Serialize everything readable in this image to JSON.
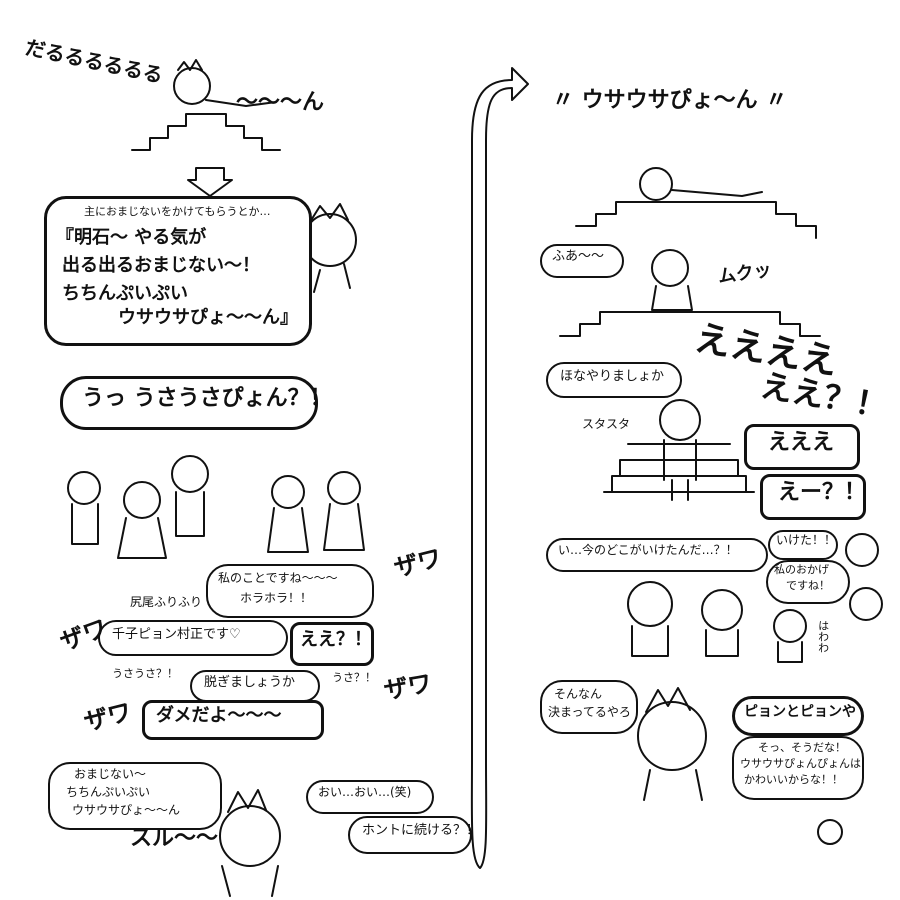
{
  "left_panel": {
    "sfx_daru": "だるるるるるる",
    "sfx_n": "〜〜〜ん",
    "thought_intro": "主におまじないをかけてもらうとか…",
    "speech_spell_line1": "『明石〜 やる気が",
    "speech_spell_line2": "出る出るおまじない〜！",
    "speech_spell_line3": "ちちんぷいぷい",
    "speech_spell_line4": "ウサウサぴょ〜〜ん』",
    "shout_usausa": "うっ うさうさぴょん？！",
    "caption_tail": "尻尾ふりふり",
    "speech_horahora_1": "私のことですね〜〜〜",
    "speech_horahora_2": "ホラホラ！！",
    "speech_sengo": "千子ピョン村正です♡",
    "shout_ee": "ええ？！",
    "small_usausa": "うさうさ？！",
    "small_nugi": "脱ぎましょうか",
    "small_usa": "うさ？！",
    "speech_dame": "ダメだよ〜〜〜",
    "sfx_zawa": [
      "ザワ",
      "ザワ",
      "ザワ",
      "ザワ"
    ],
    "speech_omajinai_1": "おまじない〜",
    "speech_omajinai_2": "ちちんぷいぷい",
    "speech_omajinai_3": "ウサウサぴょ〜〜ん",
    "sfx_suru": "スル〜〜",
    "speech_oi": "おい…おい…(笑)",
    "speech_honto": "ホントに続ける？！"
  },
  "right_panel": {
    "title": "〃 ウサウサぴょ〜ん 〃",
    "speech_fua": "ふあ〜〜",
    "sfx_mukuri": "ムクッ",
    "speech_honayari": "ほなやりましょか",
    "shout_eee_big_1": "ええええ",
    "shout_eee_big_2": "ええ？！",
    "sfx_sutasuta": "スタスタ",
    "shout_eee": "えええ",
    "shout_ee_2": "えー？！",
    "speech_imano": "い…今のどこがいけたんだ…？！",
    "speech_iketa": "いけた！！",
    "speech_okage_1": "私のおかげ",
    "speech_okage_2": "ですね！",
    "sfx_hawawa": "はわわ",
    "speech_sonnan_1": "そんなん",
    "speech_sonnan_2": "決まってるやろ",
    "speech_pyonkopyon": "ピョンとピョンや",
    "speech_sou_1": "そっ、そうだな！",
    "speech_sou_2": "ウサウサぴょんぴょんは",
    "speech_sou_3": "かわいいからな！！"
  },
  "colors": {
    "ink": "#111111",
    "paper": "#ffffff"
  },
  "icons": [
    "down-arrow-icon",
    "curved-arrow-icon",
    "sparkle-icon"
  ]
}
